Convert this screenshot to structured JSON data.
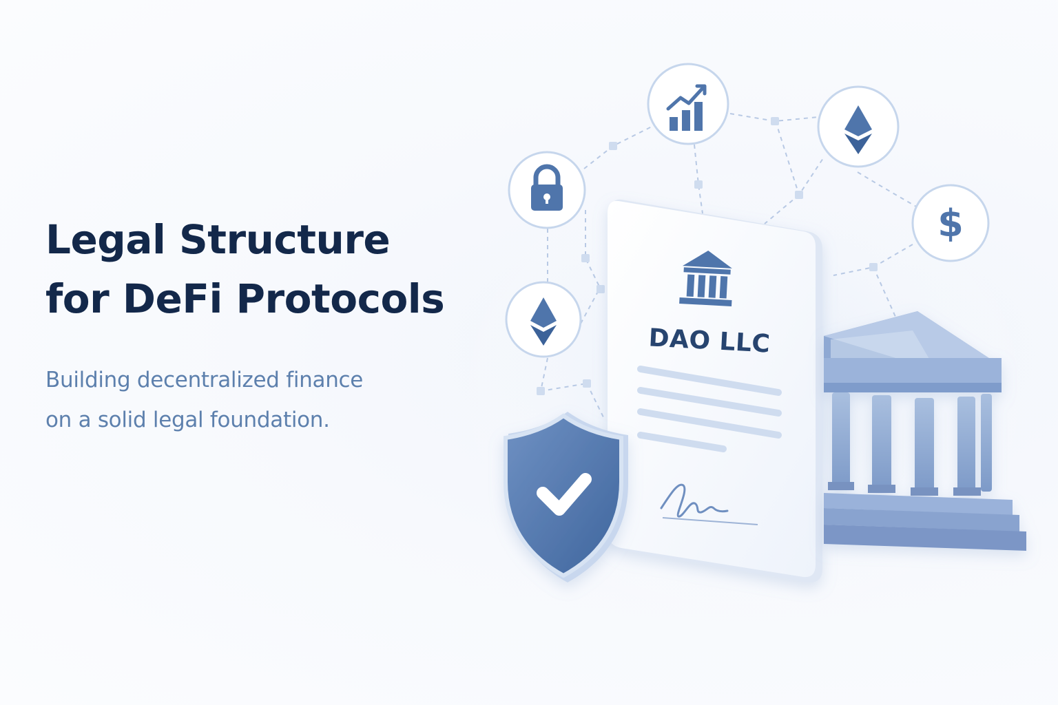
{
  "hero": {
    "title_line1": "Legal Structure",
    "title_line2": "for DeFi Protocols",
    "subtitle_line1": "Building decentralized finance",
    "subtitle_line2": "on a solid legal foundation."
  },
  "document": {
    "label": "DAO LLC"
  },
  "icons": {
    "orbit": [
      "chart-icon",
      "ethereum-icon",
      "lock-icon",
      "dollar-icon",
      "ethereum-icon"
    ],
    "center": [
      "bank-icon",
      "signature-icon",
      "shield-check-icon",
      "bank-building-icon"
    ]
  },
  "colors": {
    "title": "#13284a",
    "subtitle": "#5d80ad",
    "accent": "#4f75ab",
    "light_accent": "#c9d8ee"
  }
}
